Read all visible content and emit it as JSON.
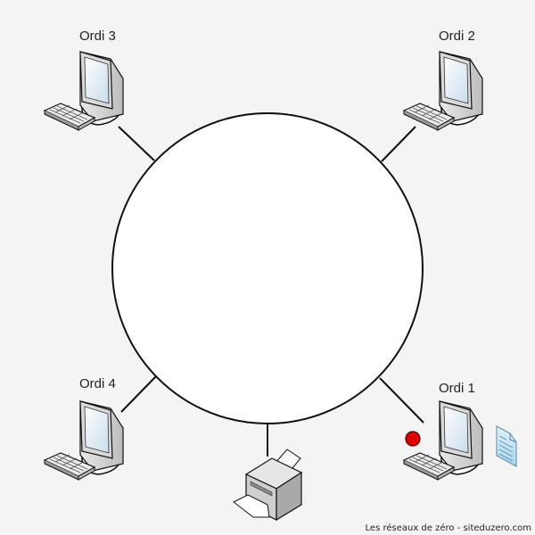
{
  "nodes": {
    "ordi1": {
      "label": "Ordi 1"
    },
    "ordi2": {
      "label": "Ordi 2"
    },
    "ordi3": {
      "label": "Ordi 3"
    },
    "ordi4": {
      "label": "Ordi 4"
    }
  },
  "footer": "Les réseaux de zéro - siteduzero.com",
  "colors": {
    "background": "#f4f4f4",
    "ring": "#111111",
    "packet": "#e00000",
    "document": "#bfe3f5"
  },
  "icons": {
    "computer": "computer-icon",
    "printer": "printer-icon",
    "packet": "red-dot-icon",
    "document": "document-icon"
  }
}
